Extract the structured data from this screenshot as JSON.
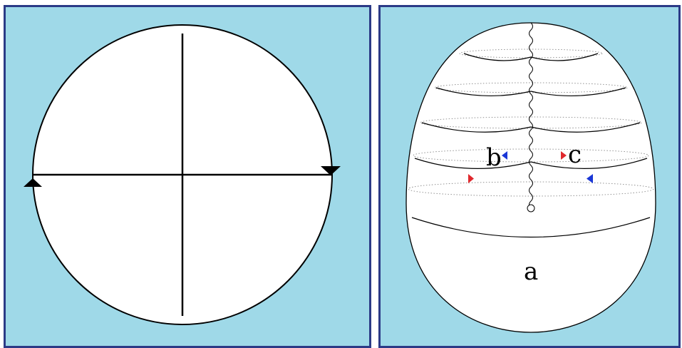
{
  "figure": {
    "labels": {
      "a": "a",
      "b": "b",
      "c": "c"
    },
    "colors": {
      "background": "#9fd9e8",
      "border": "#2b3a86",
      "fill": "#ffffff",
      "line": "#000000",
      "arrow_red": "#e0282d",
      "arrow_blue": "#1a37d6"
    }
  }
}
